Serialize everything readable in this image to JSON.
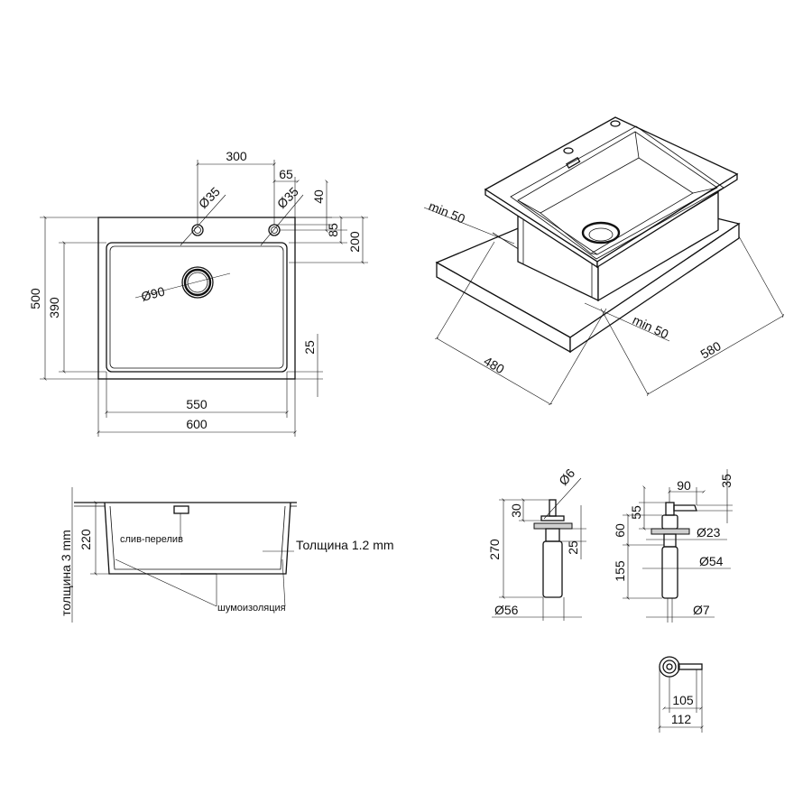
{
  "top_view": {
    "d300": "300",
    "d65": "65",
    "d35_left": "Ø35",
    "d35_right": "Ø35",
    "d40": "40",
    "d85": "85",
    "d200": "200",
    "d500": "500",
    "d390": "390",
    "d90": "Ø90",
    "d25": "25",
    "d550": "550",
    "d600": "600"
  },
  "iso_view": {
    "min50_top": "min 50",
    "min50_bottom": "min 50",
    "d480": "480",
    "d580": "580"
  },
  "section_view": {
    "d220": "220",
    "thickness_3": "толщина 3 mm",
    "overflow_label": "слив-перелив",
    "insulation_label": "шумоизоляция",
    "thickness_12": "Толщина 1.2 mm"
  },
  "dispenser_1": {
    "d6": "Ø6",
    "d30": "30",
    "d270": "270",
    "d25": "25",
    "d56": "Ø56"
  },
  "dispenser_2": {
    "d90": "90",
    "d35": "35",
    "d55": "55",
    "d60": "60",
    "d23": "Ø23",
    "d155": "155",
    "d54": "Ø54",
    "d7": "Ø7"
  },
  "dispenser_top": {
    "d105": "105",
    "d112": "112"
  }
}
